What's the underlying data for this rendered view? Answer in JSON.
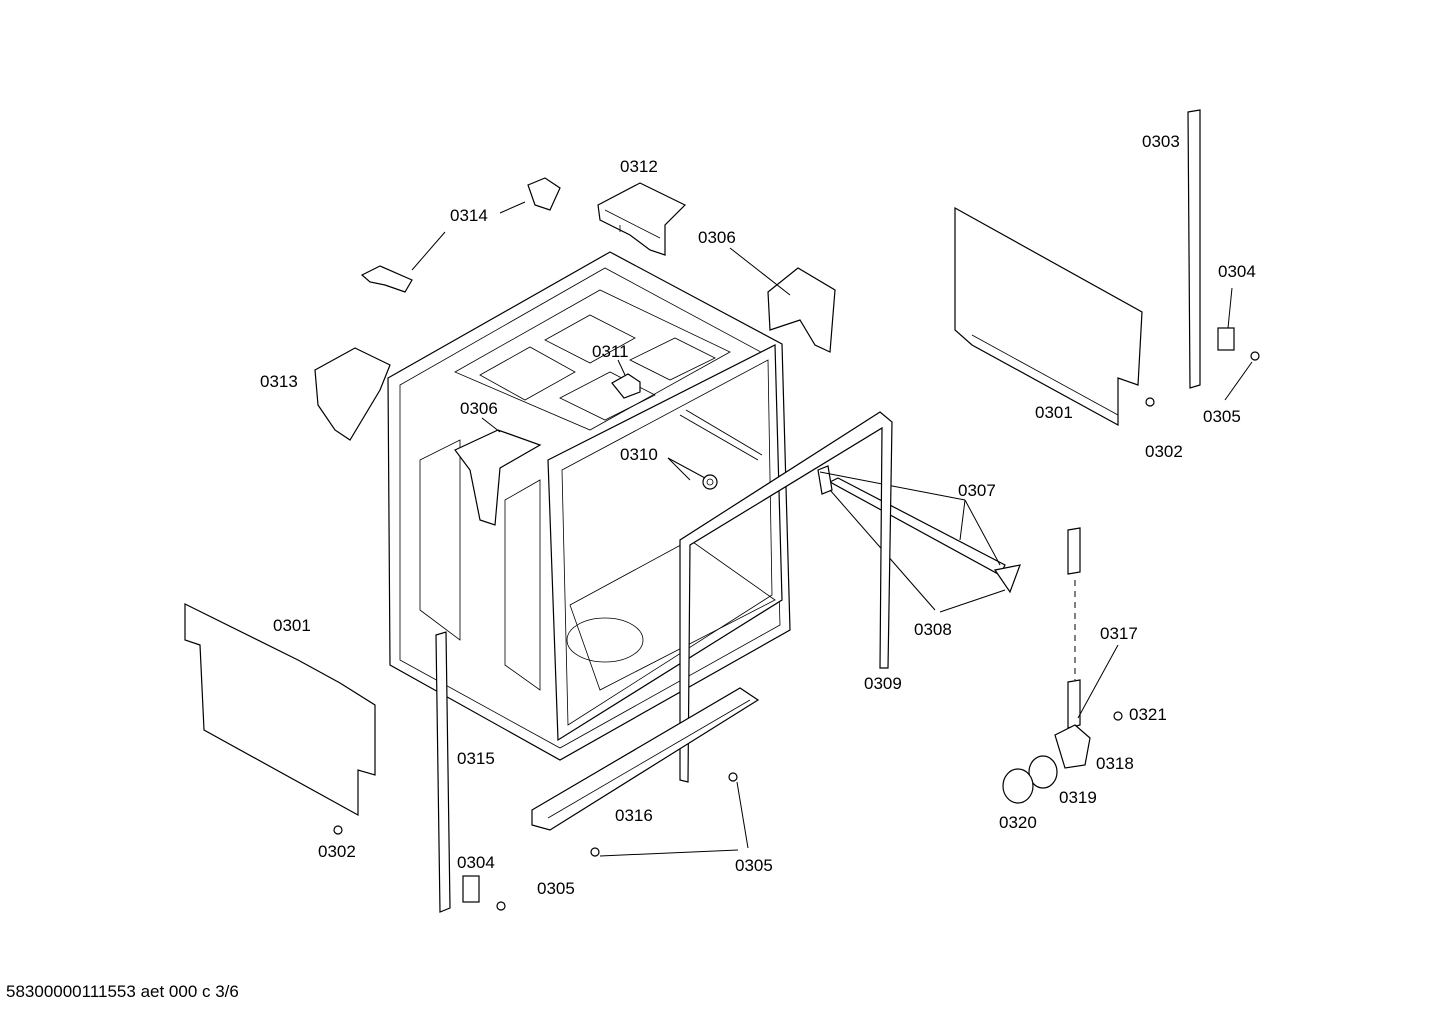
{
  "diagram": {
    "labels": [
      {
        "id": "p0303",
        "text": "0303"
      },
      {
        "id": "p0312",
        "text": "0312"
      },
      {
        "id": "p0314",
        "text": "0314"
      },
      {
        "id": "p0306a",
        "text": "0306"
      },
      {
        "id": "p0304a",
        "text": "0304"
      },
      {
        "id": "p0311",
        "text": "0311"
      },
      {
        "id": "p0313",
        "text": "0313"
      },
      {
        "id": "p0306b",
        "text": "0306"
      },
      {
        "id": "p0301a",
        "text": "0301"
      },
      {
        "id": "p0305a",
        "text": "0305"
      },
      {
        "id": "p0302a",
        "text": "0302"
      },
      {
        "id": "p0310",
        "text": "0310"
      },
      {
        "id": "p0307",
        "text": "0307"
      },
      {
        "id": "p0301b",
        "text": "0301"
      },
      {
        "id": "p0308",
        "text": "0308"
      },
      {
        "id": "p0317",
        "text": "0317"
      },
      {
        "id": "p0309",
        "text": "0309"
      },
      {
        "id": "p0321",
        "text": "0321"
      },
      {
        "id": "p0315",
        "text": "0315"
      },
      {
        "id": "p0318",
        "text": "0318"
      },
      {
        "id": "p0319",
        "text": "0319"
      },
      {
        "id": "p0316",
        "text": "0316"
      },
      {
        "id": "p0320",
        "text": "0320"
      },
      {
        "id": "p0302b",
        "text": "0302"
      },
      {
        "id": "p0305b",
        "text": "0305"
      },
      {
        "id": "p0304b",
        "text": "0304"
      },
      {
        "id": "p0305c",
        "text": "0305"
      }
    ],
    "footer": "58300000111553 aet 000 c 3/6"
  }
}
